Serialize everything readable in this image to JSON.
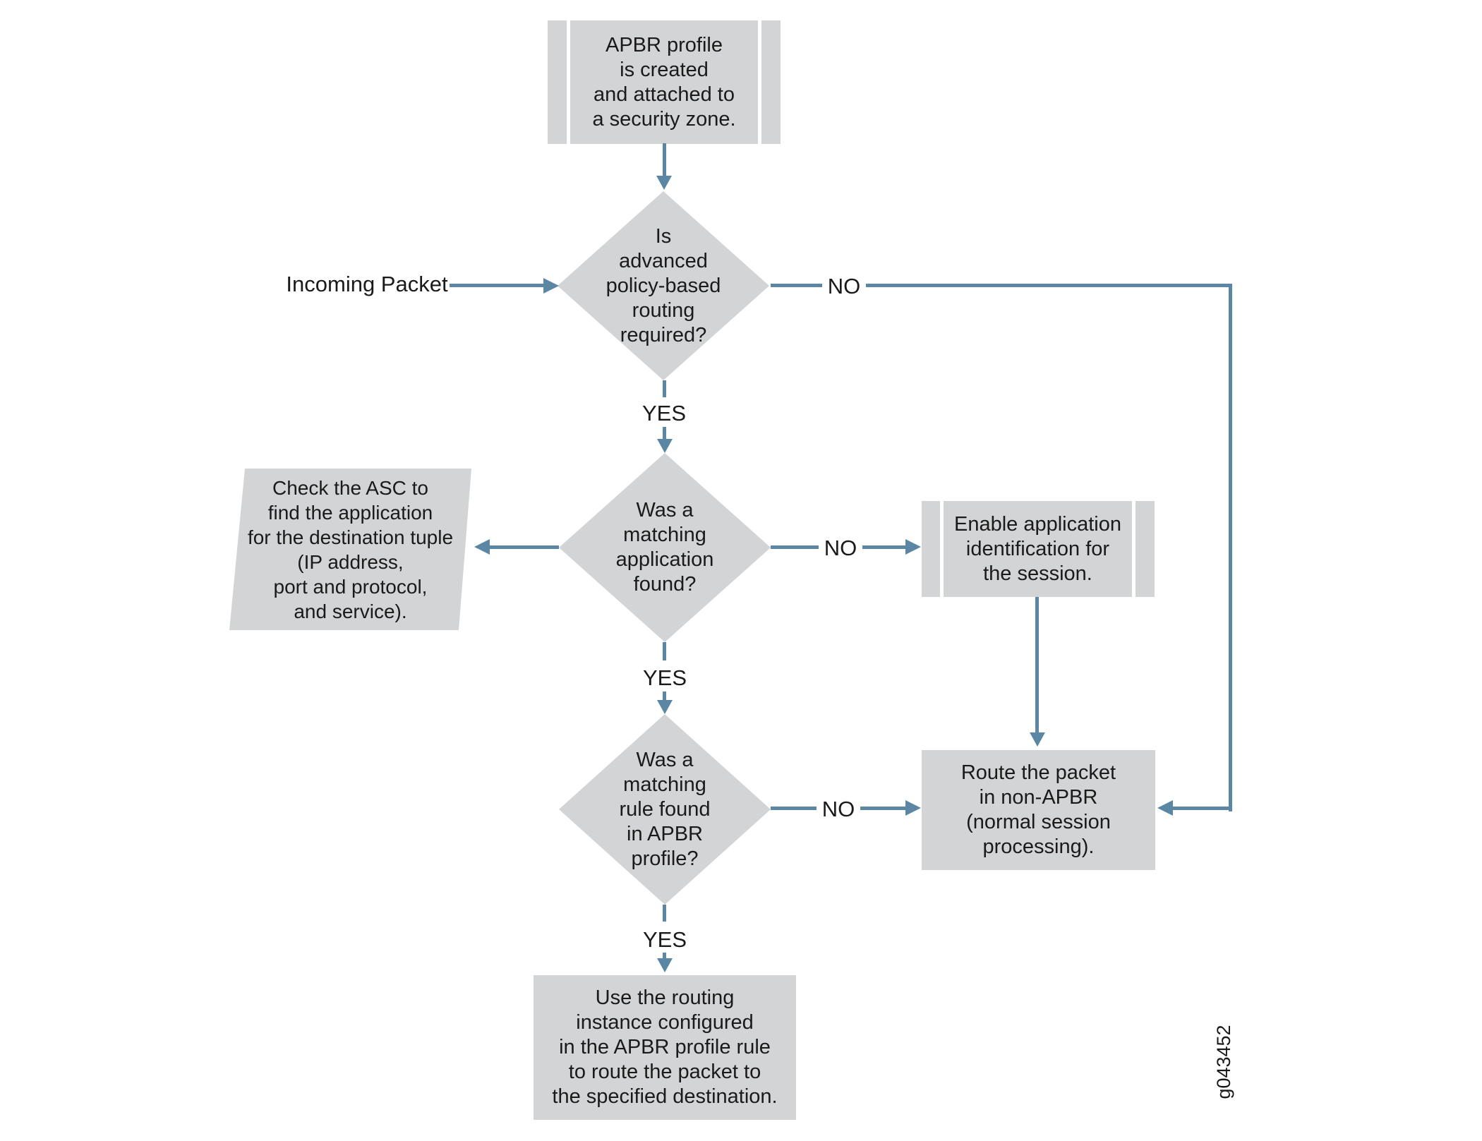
{
  "figure": {
    "id": "g043452"
  },
  "colors": {
    "background": "#ffffff",
    "shape_fill": "#d3d4d6",
    "line": "#5b86a4",
    "text": "#1a1a1a"
  },
  "nodes": {
    "start": {
      "shape": "predefined-process",
      "label": "APBR profile\nis created\nand attached to\na security zone."
    },
    "decision_apbr": {
      "shape": "decision",
      "label": "Is\nadvanced\npolicy-based\nrouting\nrequired?"
    },
    "check_asc": {
      "shape": "data-parallelogram",
      "label": "Check the ASC to\nfind the application\nfor the destination tuple\n(IP address,\nport and protocol,\nand service)."
    },
    "decision_app": {
      "shape": "decision",
      "label": "Was a\nmatching\napplication\nfound?"
    },
    "enable_appid": {
      "shape": "predefined-process",
      "label": "Enable application\nidentification for\nthe session."
    },
    "decision_rule": {
      "shape": "decision",
      "label": "Was a\nmatching\nrule found\nin APBR\nprofile?"
    },
    "route_non_apbr": {
      "shape": "process",
      "label": "Route the packet\nin non-APBR\n(normal session\nprocessing)."
    },
    "use_routing": {
      "shape": "process",
      "label": "Use the routing\ninstance configured\nin the APBR profile rule\nto route the packet to\nthe specified destination."
    }
  },
  "edge_labels": {
    "incoming_packet": "Incoming Packet",
    "no1": "NO",
    "yes1": "YES",
    "no2": "NO",
    "yes2": "YES",
    "no3": "NO",
    "yes3": "YES"
  }
}
